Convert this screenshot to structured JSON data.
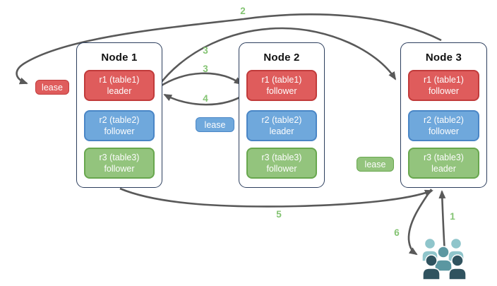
{
  "diagram": {
    "nodes": [
      {
        "title": "Node 1",
        "replicas": [
          {
            "name": "r1 (table1)",
            "role": "leader"
          },
          {
            "name": "r2 (table2)",
            "role": "follower"
          },
          {
            "name": "r3 (table3)",
            "role": "follower"
          }
        ]
      },
      {
        "title": "Node 2",
        "replicas": [
          {
            "name": "r1 (table1)",
            "role": "follower"
          },
          {
            "name": "r2 (table2)",
            "role": "leader"
          },
          {
            "name": "r3 (table3)",
            "role": "follower"
          }
        ]
      },
      {
        "title": "Node 3",
        "replicas": [
          {
            "name": "r1 (table1)",
            "role": "follower"
          },
          {
            "name": "r2 (table2)",
            "role": "follower"
          },
          {
            "name": "r3 (table3)",
            "role": "leader"
          }
        ]
      }
    ],
    "leases": [
      {
        "label": "lease",
        "color": "red"
      },
      {
        "label": "lease",
        "color": "blue"
      },
      {
        "label": "lease",
        "color": "green"
      }
    ],
    "steps": [
      {
        "text": "1"
      },
      {
        "text": "2"
      },
      {
        "text": "3"
      },
      {
        "text": "3"
      },
      {
        "text": "4"
      },
      {
        "text": "5"
      },
      {
        "text": "6"
      }
    ],
    "icons": [
      {
        "name": "users-icon"
      }
    ]
  },
  "colors": {
    "red_fill": "#df5c5c",
    "red_border": "#c13b3b",
    "blue_fill": "#6fa8dc",
    "blue_border": "#4a86c6",
    "green_fill": "#93c47d",
    "green_border": "#68a74e",
    "node_border": "#2c3e5d",
    "arrow": "#595959",
    "step_number": "#84c473",
    "users_light": "#8fc5cb",
    "users_mid": "#5b97a1",
    "users_dark": "#30535f"
  }
}
